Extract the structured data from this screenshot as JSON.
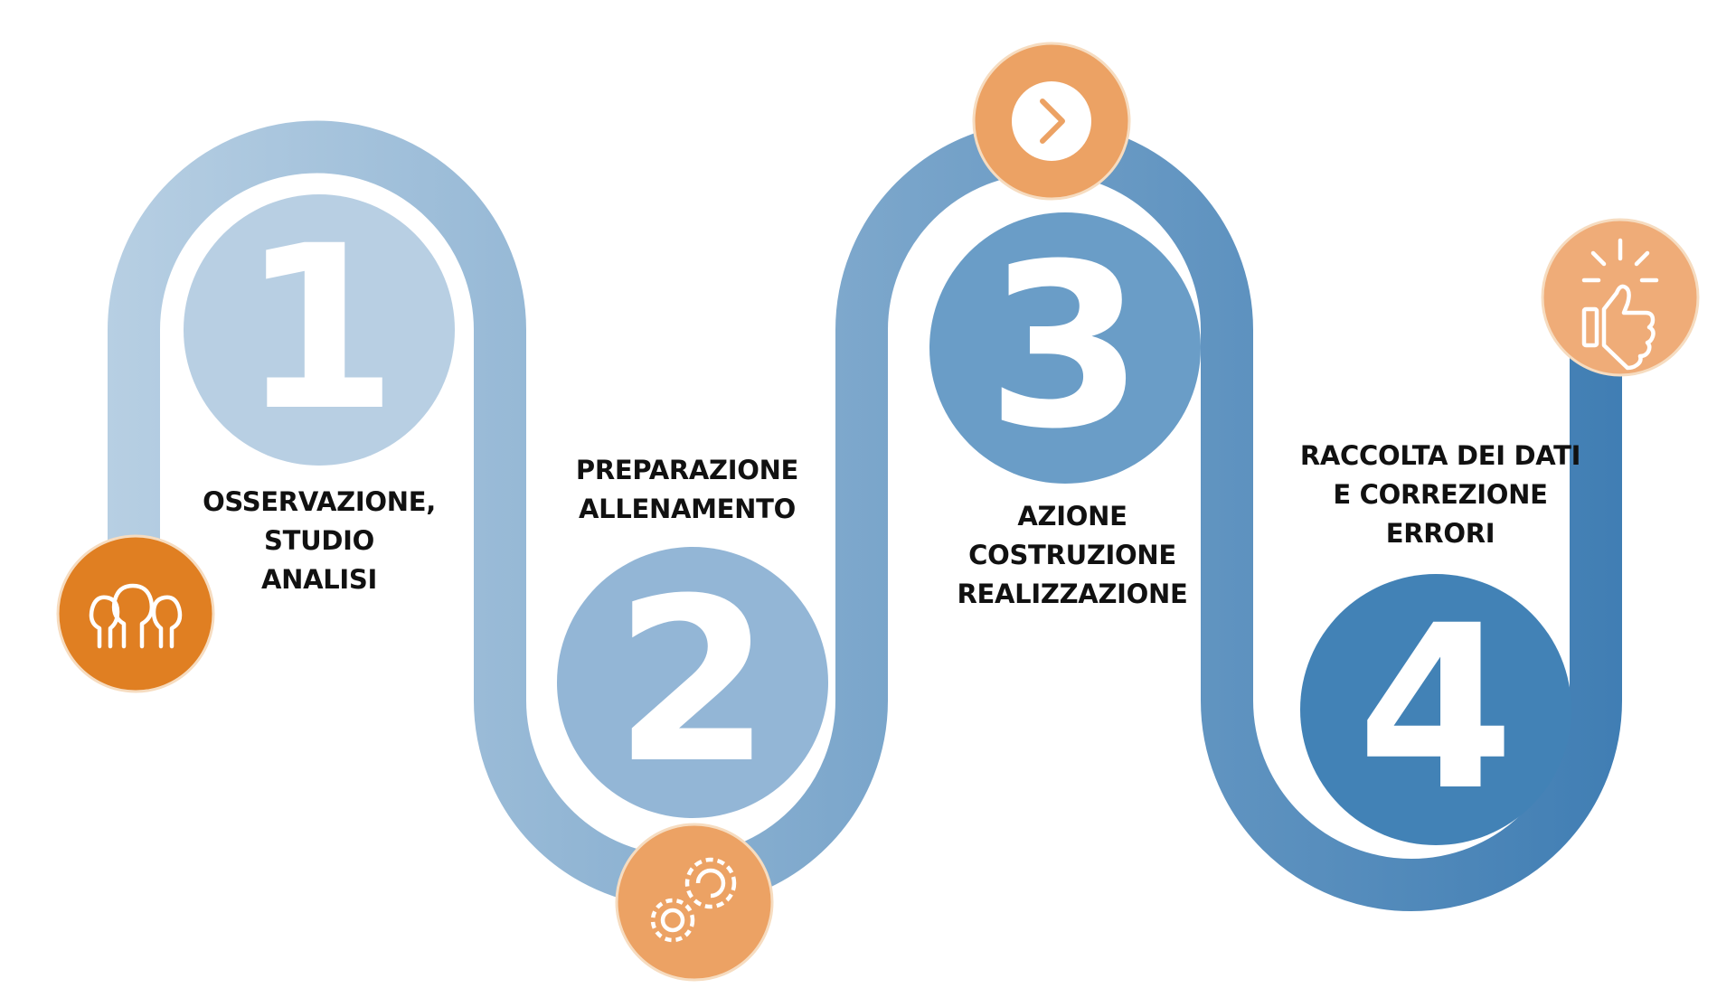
{
  "steps": [
    {
      "number": "1",
      "lines": [
        "OSSERVAZIONE,",
        "STUDIO",
        "ANALISI"
      ],
      "icon": "people-icon"
    },
    {
      "number": "2",
      "lines": [
        "PREPARAZIONE",
        "ALLENAMENTO"
      ],
      "icon": "gears-icon"
    },
    {
      "number": "3",
      "lines": [
        "AZIONE",
        "COSTRUZIONE",
        "REALIZZAZIONE"
      ],
      "icon": "chevron-right-icon"
    },
    {
      "number": "4",
      "lines": [
        "RACCOLTA DEI  DATI",
        "E CORREZIONE",
        "ERRORI"
      ],
      "icon": "thumbs-up-icon"
    }
  ],
  "colors": {
    "path_light": "#b7cfe3",
    "path_dark": "#3f7db3",
    "circle_1": "#b8cfe3",
    "circle_2": "#93b6d6",
    "circle_3": "#6a9dc7",
    "circle_4": "#4282b6",
    "icon_dark_orange": "#e07f22",
    "icon_orange": "#eca264",
    "icon_light_orange": "#efac78",
    "label_text": "#111111"
  }
}
